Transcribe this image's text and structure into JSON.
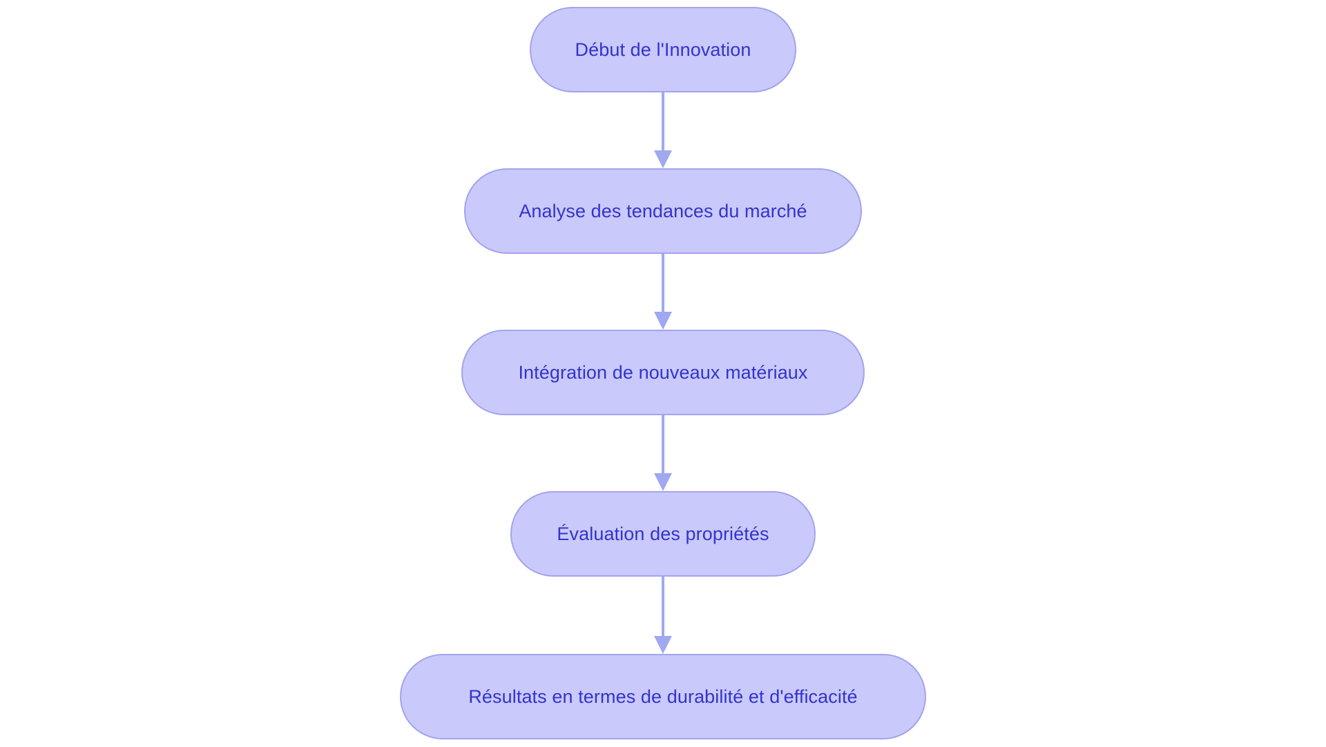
{
  "diagram": {
    "type": "flowchart",
    "orientation": "vertical-top-to-bottom",
    "title": "",
    "language": "fr",
    "background_color": "#ffffff",
    "node_fill_color": "#c9c9fb",
    "node_border_color": "#a3a3ee",
    "node_text_color": "#3333cc",
    "connector_color": "#9fa8f0",
    "node_shape": "stadium",
    "nodes": [
      {
        "id": "n1",
        "label": "Début de l'Innovation"
      },
      {
        "id": "n2",
        "label": "Analyse des tendances du marché"
      },
      {
        "id": "n3",
        "label": "Intégration de nouveaux matériaux"
      },
      {
        "id": "n4",
        "label": "Évaluation des propriétés"
      },
      {
        "id": "n5",
        "label": "Résultats en termes de durabilité et d'efficacité"
      }
    ],
    "edges": [
      {
        "id": "e1",
        "from": "n1",
        "to": "n2",
        "label": "",
        "arrow": "arrowhead-down-icon"
      },
      {
        "id": "e2",
        "from": "n2",
        "to": "n3",
        "label": "",
        "arrow": "arrowhead-down-icon"
      },
      {
        "id": "e3",
        "from": "n3",
        "to": "n4",
        "label": "",
        "arrow": "arrowhead-down-icon"
      },
      {
        "id": "e4",
        "from": "n4",
        "to": "n5",
        "label": "",
        "arrow": "arrowhead-down-icon"
      }
    ]
  }
}
